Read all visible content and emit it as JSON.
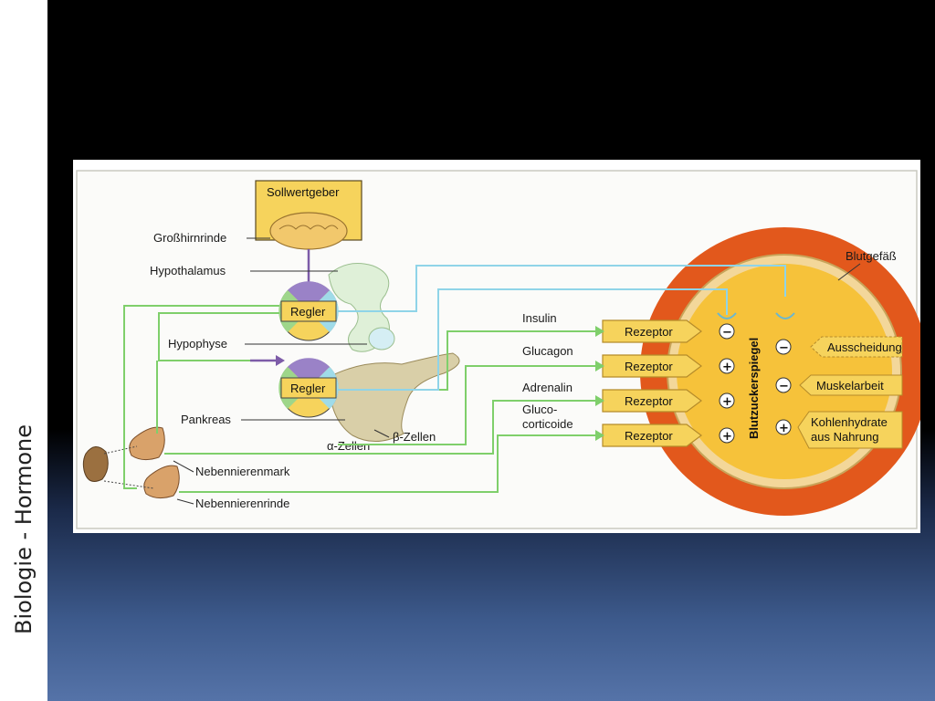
{
  "slide": {
    "side_title": "Biologie - Hormone"
  },
  "diagram": {
    "sollwertgeber": "Sollwertgeber",
    "grosshirnrinde": "Großhirnrinde",
    "hypothalamus": "Hypothalamus",
    "hypophyse": "Hypophyse",
    "pankreas": "Pankreas",
    "regler": "Regler",
    "beta_zellen": "β-Zellen",
    "alpha_zellen": "α-Zellen",
    "nebennierenmark": "Nebennierenmark",
    "nebennierenrinde": "Nebennierenrinde",
    "blutgefaess": "Blutgefäß",
    "blutzuckerspiegel": "Blutzuckerspiegel",
    "hormones": [
      "Insulin",
      "Glucagon",
      "Adrenalin",
      "Gluco-",
      "corticoide"
    ],
    "rezeptor": "Rezeptor",
    "receptor_signs": [
      "−",
      "+",
      "+",
      "+"
    ],
    "factors": [
      {
        "label": "Ausscheidung",
        "sign": "−"
      },
      {
        "label": "Muskelarbeit",
        "sign": "−"
      },
      {
        "label": "Kohlenhydrate",
        "label2": "aus Nahrung",
        "sign": "+"
      }
    ]
  },
  "colors": {
    "accent_green": "#7fcf6b",
    "accent_blue": "#8fd4e8",
    "box_yellow": "#f6d35c",
    "vessel_red": "#e25a1c",
    "vessel_orange": "#f2a541"
  }
}
